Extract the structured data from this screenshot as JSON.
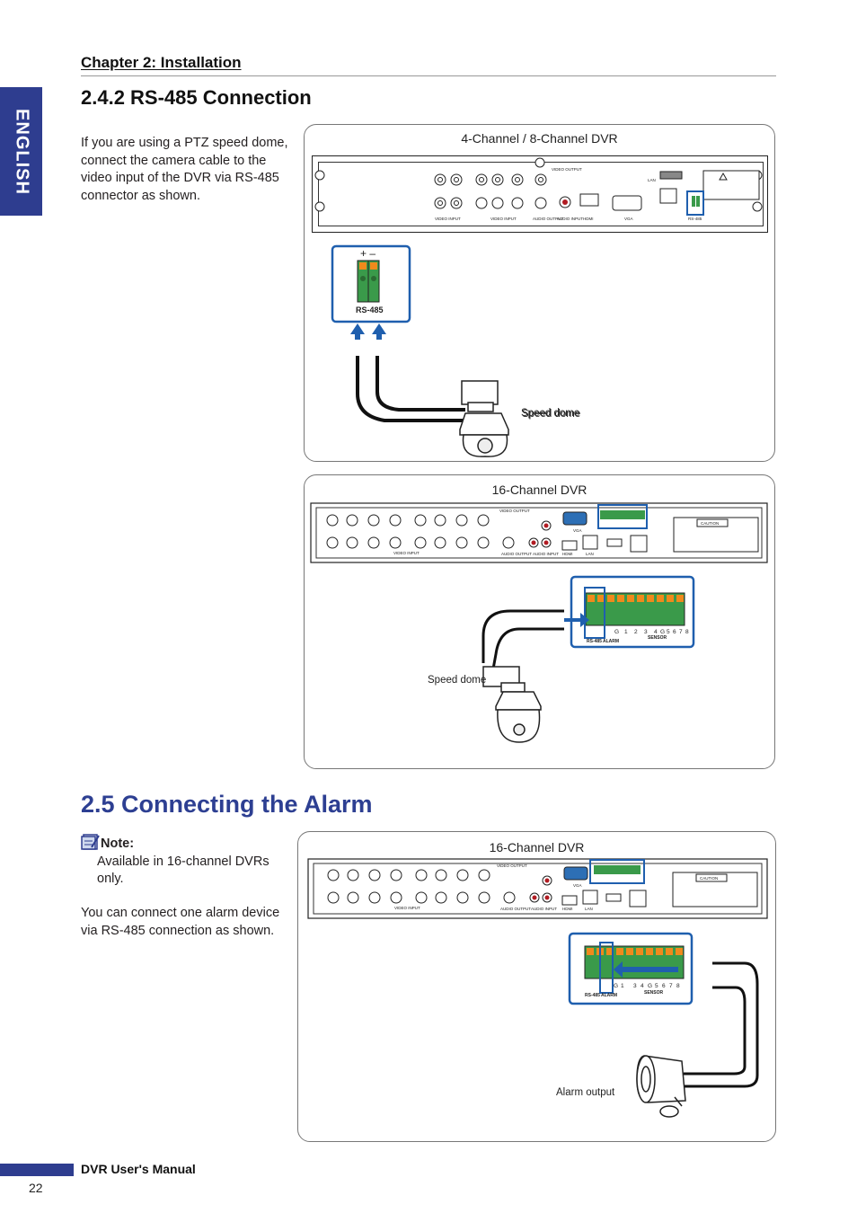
{
  "sidebar": {
    "language_tab": "ENGLISH"
  },
  "header": {
    "chapter": "Chapter 2: Installation"
  },
  "section_rs485": {
    "heading": "2.4.2 RS-485 Connection",
    "body": "If you are using a PTZ speed dome, connect the camera cable to the video input of the DVR via RS-485 connector as shown."
  },
  "panel1": {
    "title": "4-Channel / 8-Channel DVR",
    "zoom_label": "RS-485",
    "caption": "Speed dome"
  },
  "panel2": {
    "title": "16-Channel DVR",
    "caption": "Speed dome"
  },
  "section_alarm": {
    "heading": "2.5 Connecting the Alarm",
    "note_label": "Note:",
    "note_body": "Available in 16-channel DVRs only.",
    "body": "You can connect one alarm device via RS-485 connection as shown."
  },
  "panel3": {
    "title": "16-Channel DVR",
    "caption": "Alarm output"
  },
  "dvr_labels": {
    "video_input": "VIDEO INPUT",
    "video_output": "VIDEO OUTPUT",
    "audio_input": "AUDIO INPUT",
    "audio_output": "AUDIO OUTPUT",
    "hdmi": "HDMI",
    "vga": "VGA",
    "lan": "LAN",
    "rs485": "RS-485",
    "alarm": "ALARM",
    "sensor": "SENSOR",
    "caution": "CAUTION",
    "terminal_pins": [
      "G",
      "1",
      "2",
      "3",
      "4",
      "G",
      "5",
      "6",
      "7",
      "8"
    ]
  },
  "footer": {
    "manual_title": "DVR User's Manual",
    "page_number": "22"
  },
  "colors": {
    "brand_blue": "#2e3d8f",
    "heading_blue": "#2d3f92",
    "highlight_blue": "#1f5fae",
    "terminal_green": "#3a9a4a",
    "terminal_orange": "#f08a1c"
  }
}
